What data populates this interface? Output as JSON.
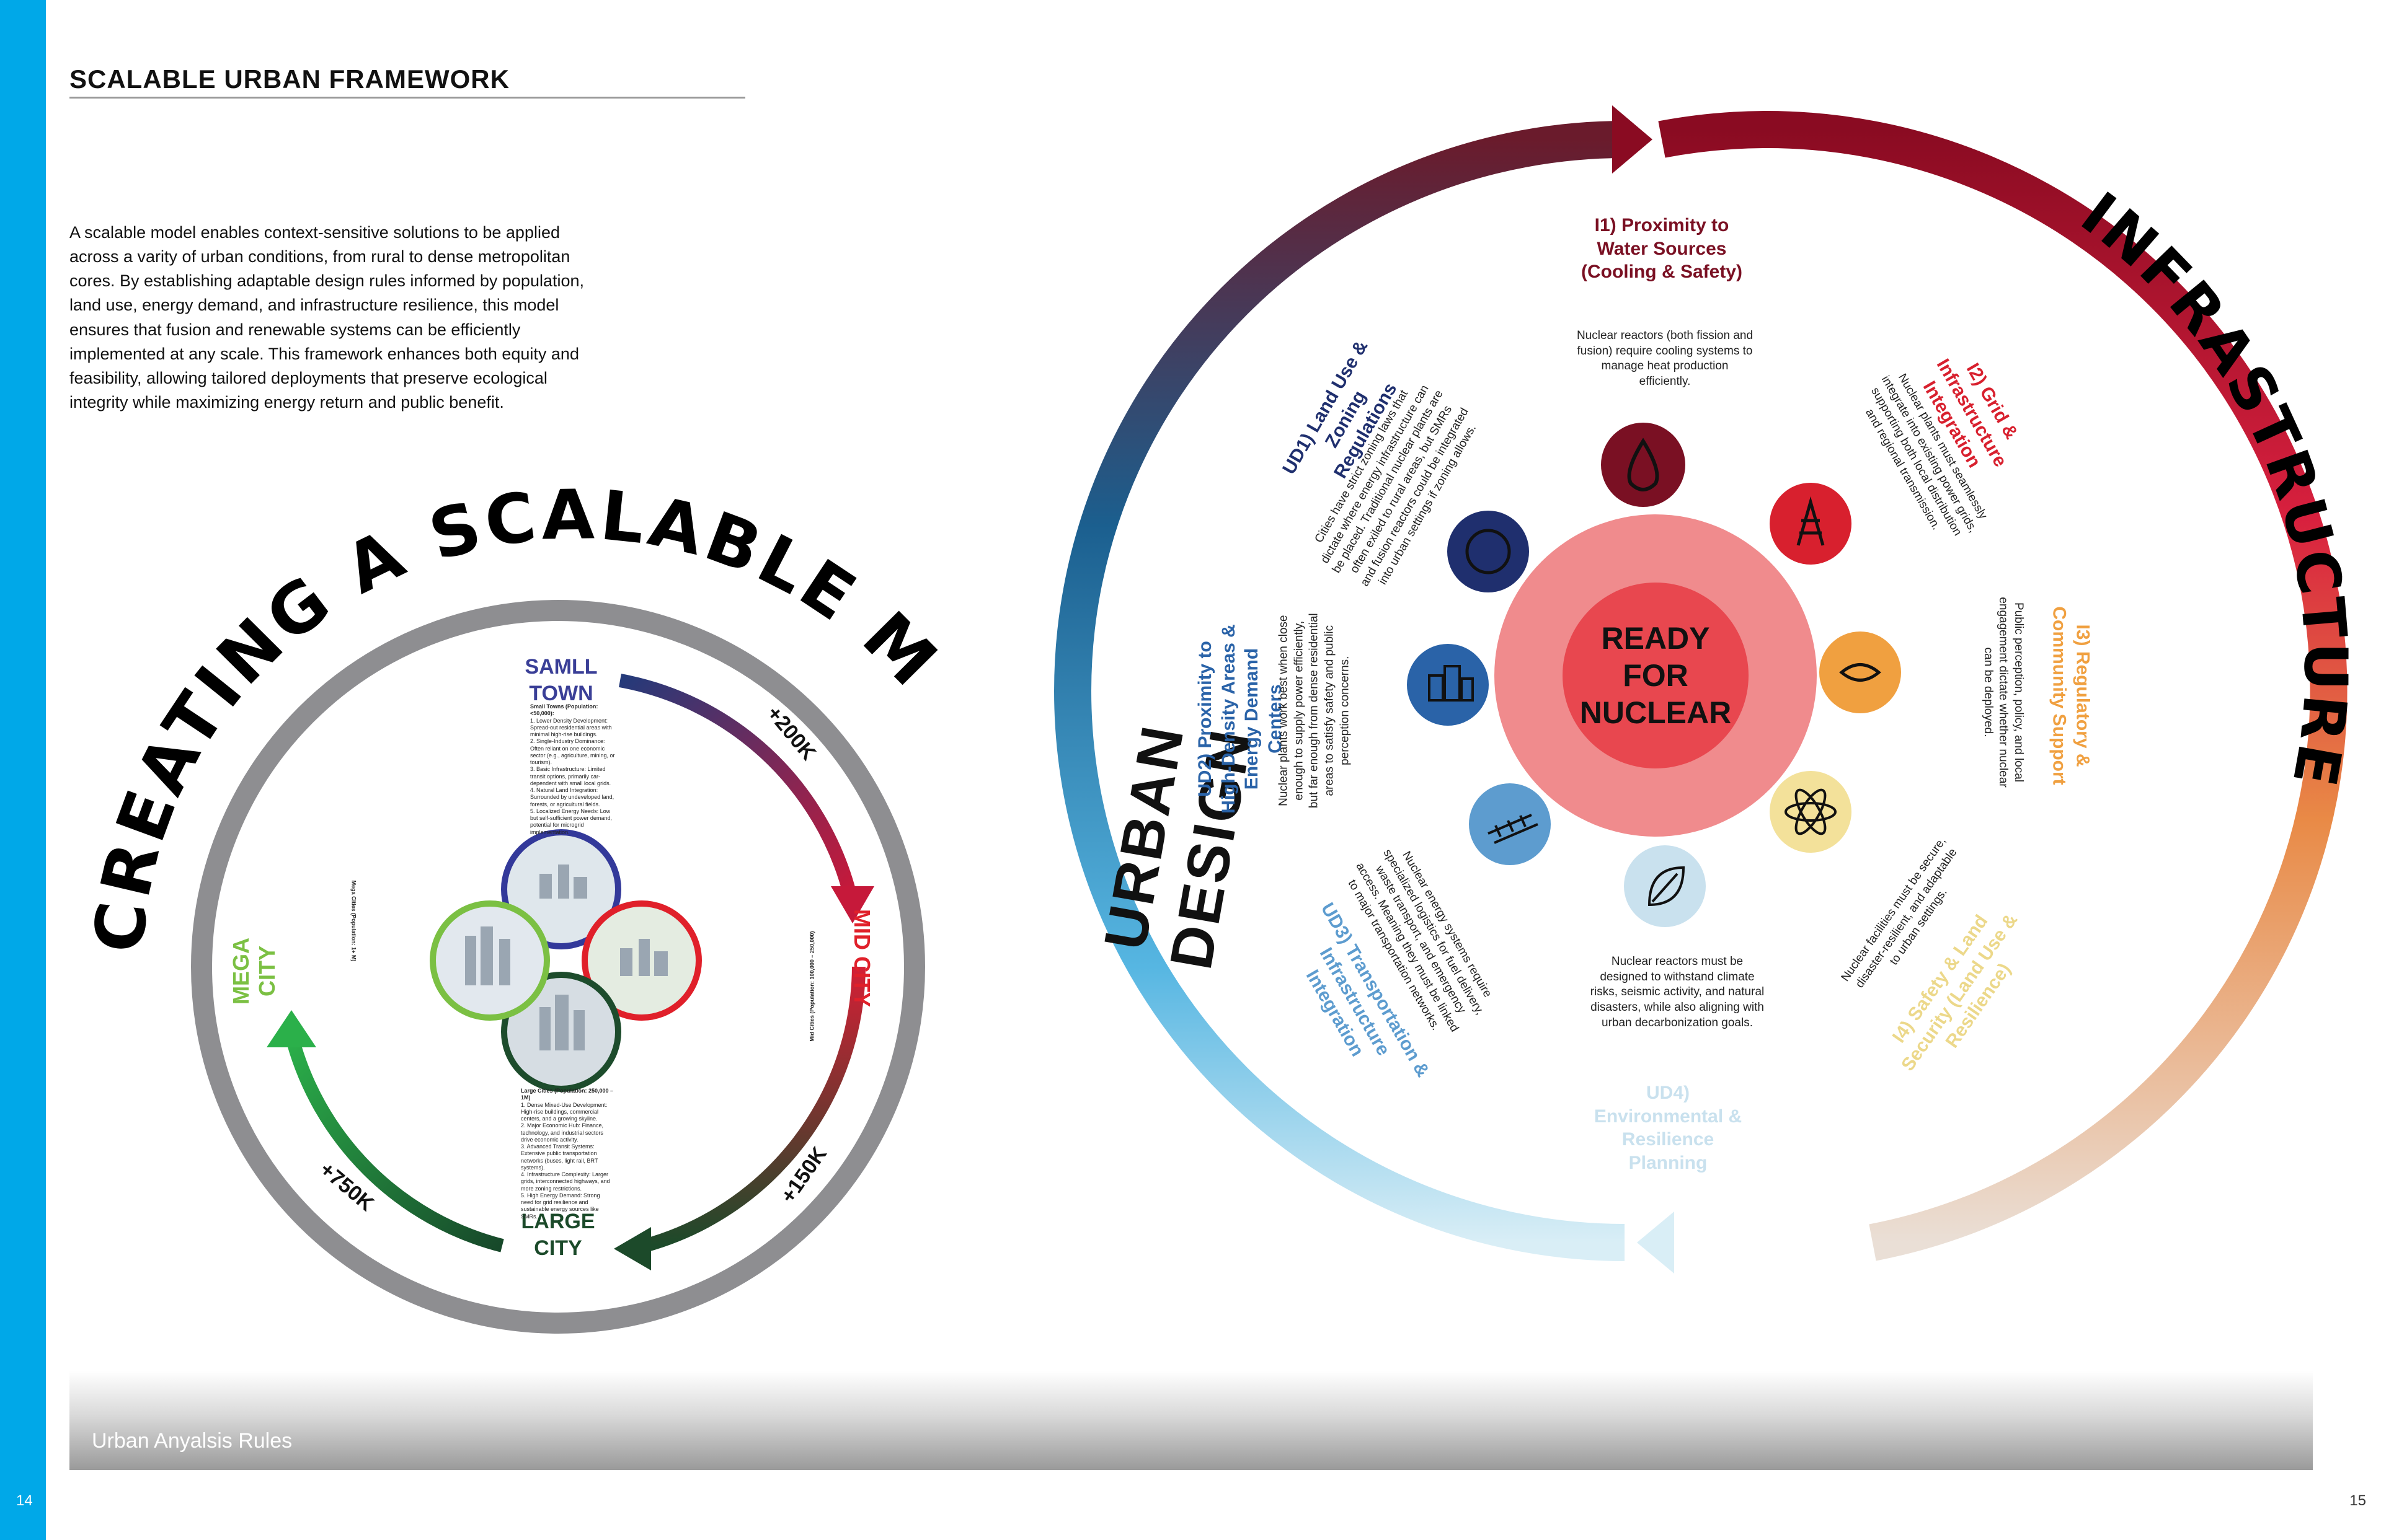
{
  "page": {
    "heading": "SCALABLE URBAN FRAMEWORK",
    "intro": "A scalable model enables context-sensitive solutions to be applied across a varity of urban conditions, from rural to dense metropolitan cores. By establishing adaptable design rules informed by population, land use, energy demand, and infrastructure resilience, this model ensures that fusion and renewable systems can be efficiently implemented at any scale. This framework enhances both equity and feasibility, allowing tailored deployments that preserve ecological integrity while maximizing energy return and public benefit.",
    "footer_label": "Urban Anyalsis Rules",
    "page_left": "14",
    "page_right": "15"
  },
  "left_diagram": {
    "title": "CREATING A SCALABLE MODEL",
    "stages": {
      "small_town": "SAMLL TOWN",
      "mid_city": "MID CITY",
      "large_city": "LARGE CITY",
      "mega_city": "MEGA CITY"
    },
    "increments": {
      "a": "+200K",
      "b": "+150K",
      "c": "+750K"
    },
    "notes": {
      "small_title": "Small Towns (Population: <50,000):",
      "small_items": [
        "1. Lower Density Development: Spread-out residential areas with minimal high-rise buildings.",
        "2. Single-Industry Dominance: Often reliant on one economic sector (e.g., agriculture, mining, or tourism).",
        "3. Basic Infrastructure: Limited transit options, primarily car-dependent with small local grids.",
        "4. Natural Land Integration: Surrounded by undeveloped land, forests, or agricultural fields.",
        "5. Localized Energy Needs: Low but self-sufficient power demand, potential for microgrid implementation."
      ],
      "large_title": "Large Cities (Population: 250,000 – 1M)",
      "large_items": [
        "1. Dense Mixed-Use Development: High-rise buildings, commercial centers, and a growing skyline.",
        "2. Major Economic Hub: Finance, technology, and industrial sectors drive economic activity.",
        "3. Advanced Transit Systems: Extensive public transportation networks (buses, light rail, BRT systems).",
        "4. Infrastructure Complexity: Larger grids, interconnected highways, and more zoning restrictions.",
        "5. High Energy Demand: Strong need for grid resilience and sustainable energy sources like SMRs."
      ],
      "mega_title": "Mega Cities (Population: 1+ M)",
      "mid_title": "Mid Cities (Population: 100,000 – 250,000)"
    }
  },
  "right_diagram": {
    "arc_infrastructure": "INFRASTRUCTURE",
    "arc_urban_design": "URBAN DESIGN",
    "center": [
      "READY",
      "FOR",
      "NUCLEAR"
    ],
    "i1_title": "I1) Proximity to Water Sources (Cooling & Safety)",
    "i1_desc": "Nuclear reactors (both fission and fusion) require cooling systems to manage heat production efficiently.",
    "i2_title": "I2) Grid & Infrastructure Integration",
    "i2_desc": "Nuclear plants must seamlessly integrate into existing power grids, supporting both local distribution and regional transmission.",
    "i3_title": "I3) Regulatory & Community Support",
    "i3_desc": "Public perception, policy, and local engagement dictate whether nuclear can be deployed.",
    "i4_title": "I4) Safety & Land Security (Land Use & Resilience)",
    "i4_desc": "Nuclear facilities must be secure, disaster-resilient, and adaptable to urban settings.",
    "ud1_title": "UD1) Land Use & Zoning Regulations",
    "ud1_desc": "Cities have strict zoning laws that dictate where energy infrastructure can be placed. Traditional nuclear plants are often exiled to rural areas, but SMRs and fusion reactors could be integrated into urban settings if zoning allows.",
    "ud2_title": "UD2) Proximity to High-Density Areas & Energy Demand Centers",
    "ud2_desc": "Nuclear plants work best when close enough to supply power efficiently, but far enough from dense residential areas to satisfy safety and public perception concerns.",
    "ud3_title": "UD3) Transportation & Infrastructure Integration",
    "ud3_desc": "Nuclear energy systems require specialized logistics for fuel delivery, waste transport, and emergency access. Meaning they must be linked to major transportation networks.",
    "ud4_title": "UD4) Environmental & Resilience Planning",
    "ud4_desc": "Nuclear reactors must be designed to withstand climate risks, seismic activity, and natural disasters, while also aligning with urban decarbonization goals.",
    "colors": {
      "i1": "#7a1023",
      "i2": "#d8202e",
      "i3": "#f0a040",
      "i4": "#f3e19a",
      "ud1": "#1f2f6e",
      "ud2": "#2a63a8",
      "ud3": "#5d9ccf",
      "ud4": "#c9e1ee",
      "center_outer": "#f08b8d",
      "center_inner": "#e8474f"
    }
  }
}
